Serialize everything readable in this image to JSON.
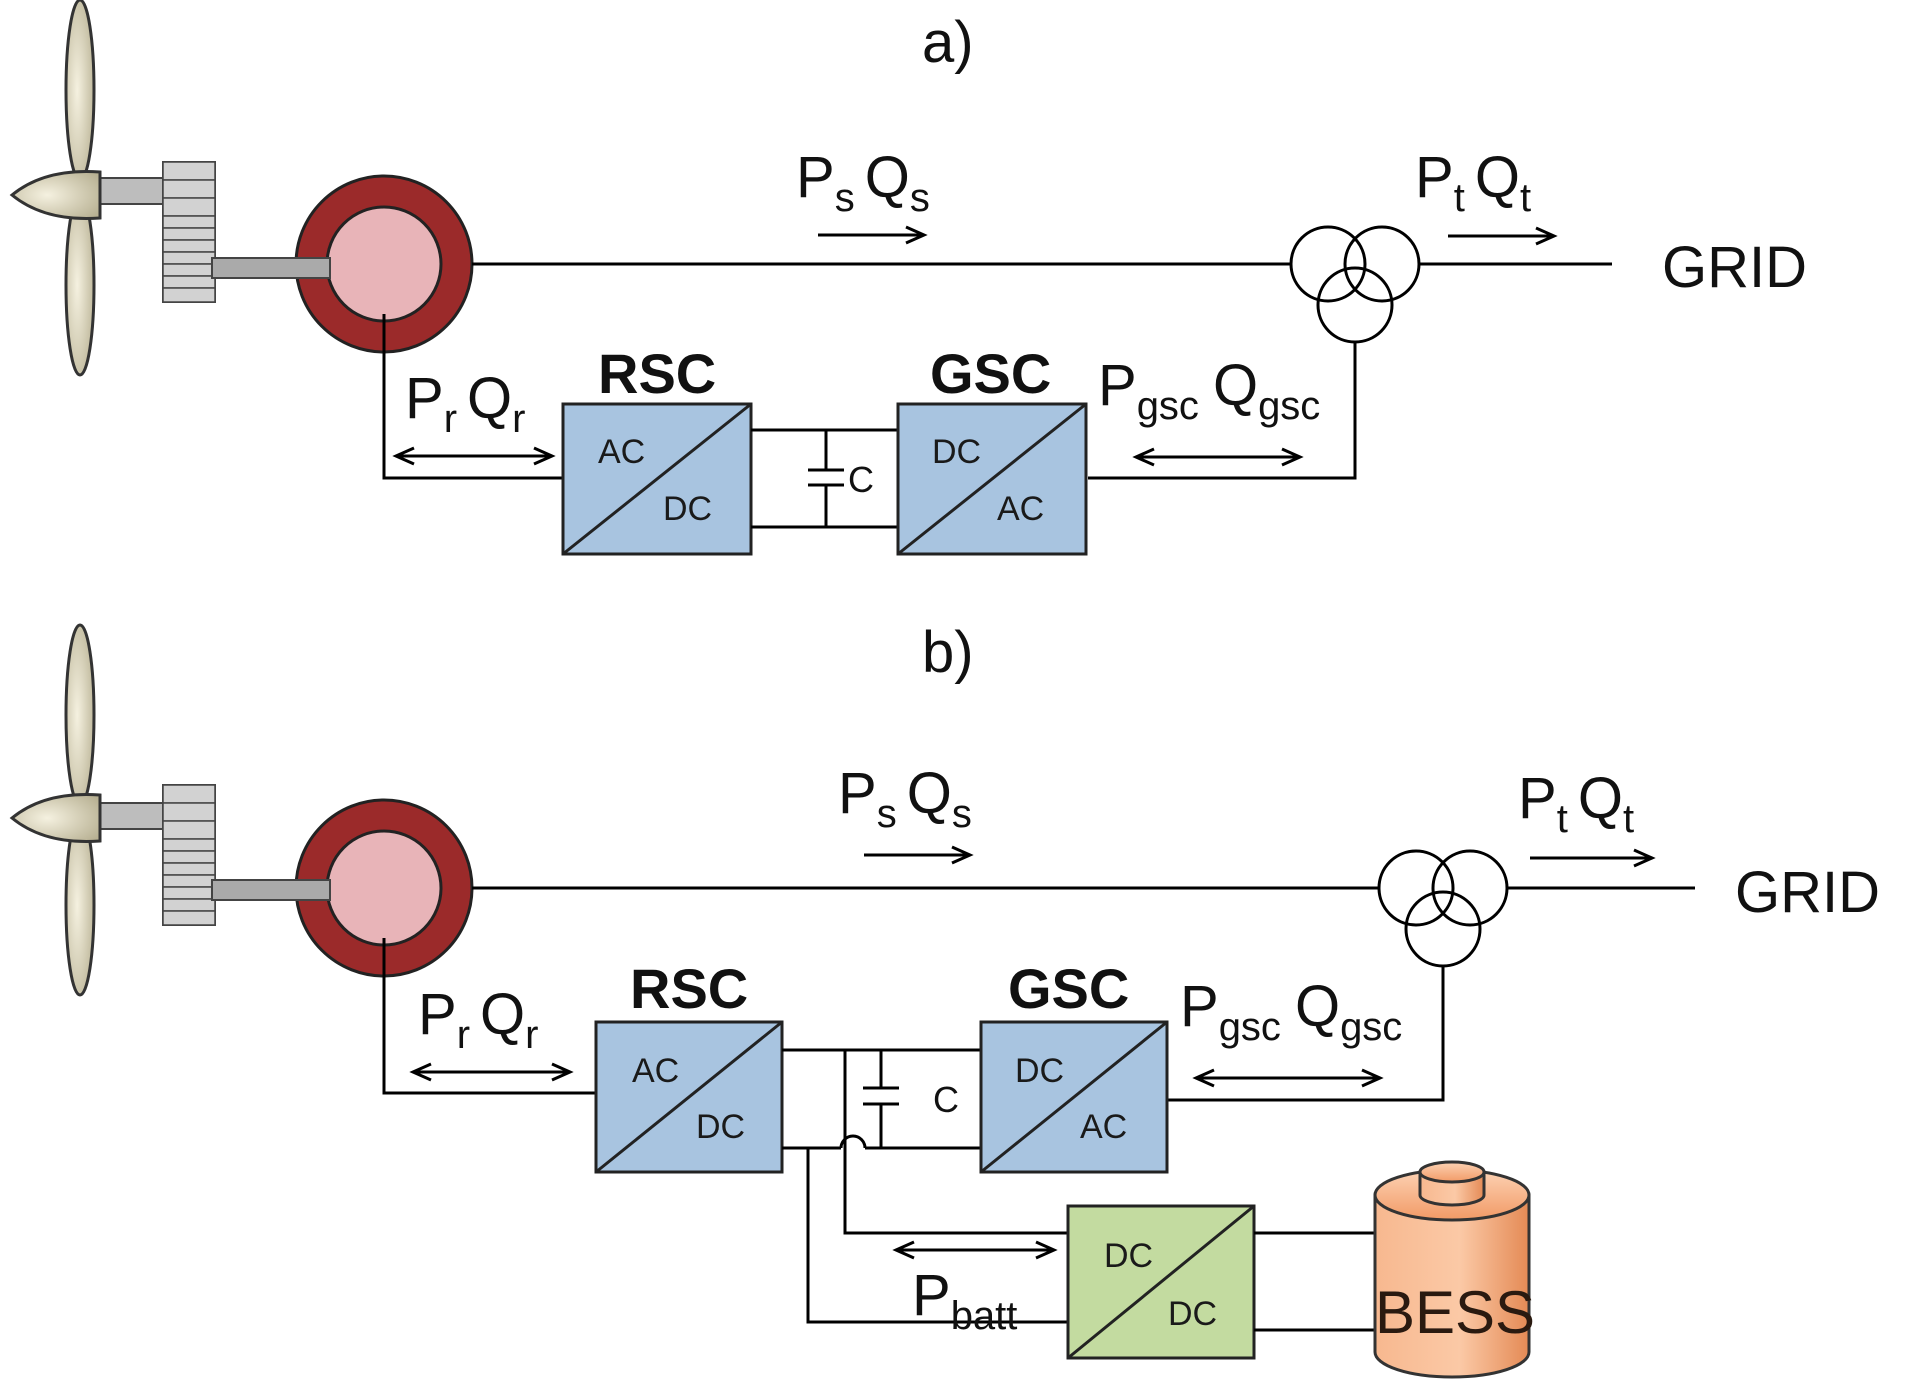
{
  "panel_a": {
    "title": "a)",
    "stator_P": "P",
    "stator_P_sub": "s",
    "stator_Q": "Q",
    "stator_Q_sub": "s",
    "trafo_P": "P",
    "trafo_P_sub": "t",
    "trafo_Q": "Q",
    "trafo_Q_sub": "t",
    "grid": "GRID",
    "rotor_P": "P",
    "rotor_P_sub": "r",
    "rotor_Q": "Q",
    "rotor_Q_sub": "r",
    "gsc_P": "P",
    "gsc_P_sub": "gsc",
    "gsc_Q": "Q",
    "gsc_Q_sub": "gsc",
    "rsc_title": "RSC",
    "rsc_top": "AC",
    "rsc_bottom": "DC",
    "gsc_title": "GSC",
    "gsc_top": "DC",
    "gsc_bottom": "AC",
    "capacitor": "C"
  },
  "panel_b": {
    "title": "b)",
    "stator_P": "P",
    "stator_P_sub": "s",
    "stator_Q": "Q",
    "stator_Q_sub": "s",
    "trafo_P": "P",
    "trafo_P_sub": "t",
    "trafo_Q": "Q",
    "trafo_Q_sub": "t",
    "grid": "GRID",
    "rotor_P": "P",
    "rotor_P_sub": "r",
    "rotor_Q": "Q",
    "rotor_Q_sub": "r",
    "gsc_P": "P",
    "gsc_P_sub": "gsc",
    "gsc_Q": "Q",
    "gsc_Q_sub": "gsc",
    "rsc_title": "RSC",
    "rsc_top": "AC",
    "rsc_bottom": "DC",
    "gsc_title": "GSC",
    "gsc_top": "DC",
    "gsc_bottom": "AC",
    "capacitor": "C",
    "dcdc_top": "DC",
    "dcdc_bottom": "DC",
    "batt_P": "P",
    "batt_P_sub": "batt",
    "bess": "BESS"
  },
  "colors": {
    "converter": "#a8c4e0",
    "dcdc": "#c3dba0",
    "bess": "#f4a77a",
    "generator_outer": "#9b2a2a",
    "generator_inner": "#e8b4b8",
    "blade": "#e6e0c8"
  }
}
